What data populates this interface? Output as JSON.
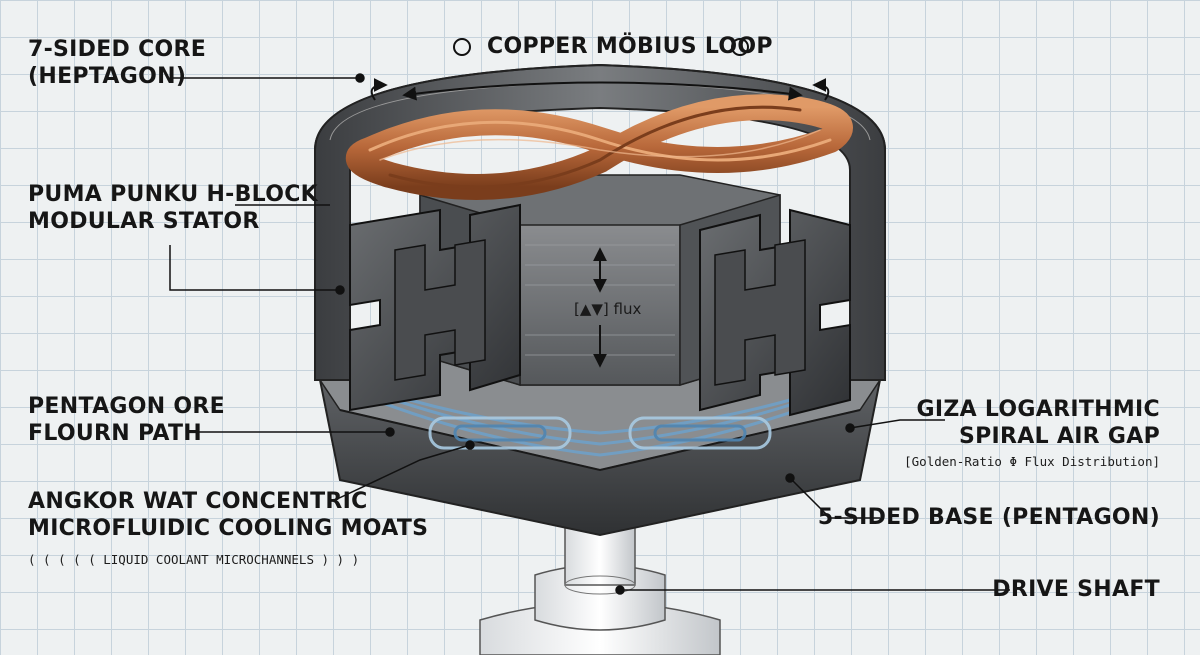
{
  "labels": {
    "core_line1": "7-SIDED CORE",
    "core_line2": "(HEPTAGON)",
    "mobius": "COPPER MÖBIUS LOOP",
    "stator_line1": "PUMA PUNKU H-BLOCK",
    "stator_line2": "MODULAR STATOR",
    "pentagon_path_line1": "PENTAGON ORE",
    "pentagon_path_line2": "FLOURN PATH",
    "giza_line1": "GIZA LOGARITHMIC",
    "giza_line2": "SPIRAL AIR GAP",
    "giza_sub": "[Golden-Ratio Φ Flux Distribution]",
    "angkor_line1": "ANGKOR WAT CONCENTRIC",
    "angkor_line2": "MICROFLUIDIC COOLING MOATS",
    "angkor_sub": "( ( ( ( ( LIQUID COOLANT MICROCHANNELS ) ) )",
    "base": "5-SIDED BASE (PENTAGON)",
    "shaft": "DRIVE SHAFT",
    "flux": "[▲▼] flux"
  },
  "colors": {
    "copper": "#b8683a",
    "steel": "#5c5f63",
    "coolant": "#6fa0c8",
    "grid": "#c7d3dc"
  }
}
